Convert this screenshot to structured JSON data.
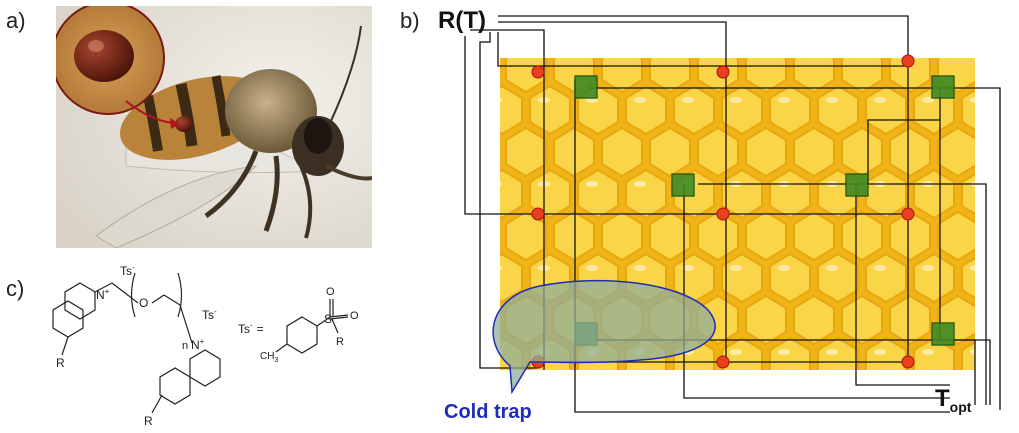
{
  "panels": {
    "a": "a)",
    "b": "b)",
    "c": "c)"
  },
  "diagram": {
    "r_label": "R(T)",
    "t_label": "T",
    "t_subscript": "opt",
    "cold_trap": "Cold trap"
  },
  "chemistry": {
    "ts_left": "Ts",
    "ts_sup": "-",
    "ts_right": "Ts",
    "n_plus_1": "N",
    "n_plus_2": "N",
    "plus": "+",
    "o_atom": "O",
    "n_index": "n",
    "r_top": "R",
    "r_bottom": "R",
    "ts_eq": "Ts",
    "eq": "=",
    "s_atom": "S",
    "o_top": "O",
    "o_right": "O",
    "r_ts": "R",
    "ch3": "CH",
    "ch3_sub": "3"
  },
  "colors": {
    "honey": "#f6c624",
    "honey_dark": "#e5a70b",
    "sensor_red": "#e8401c",
    "heater_green": "#2f7a1e",
    "cold_trap_text": "#1f2db8",
    "cold_trap_fill": "#8fae9b"
  }
}
